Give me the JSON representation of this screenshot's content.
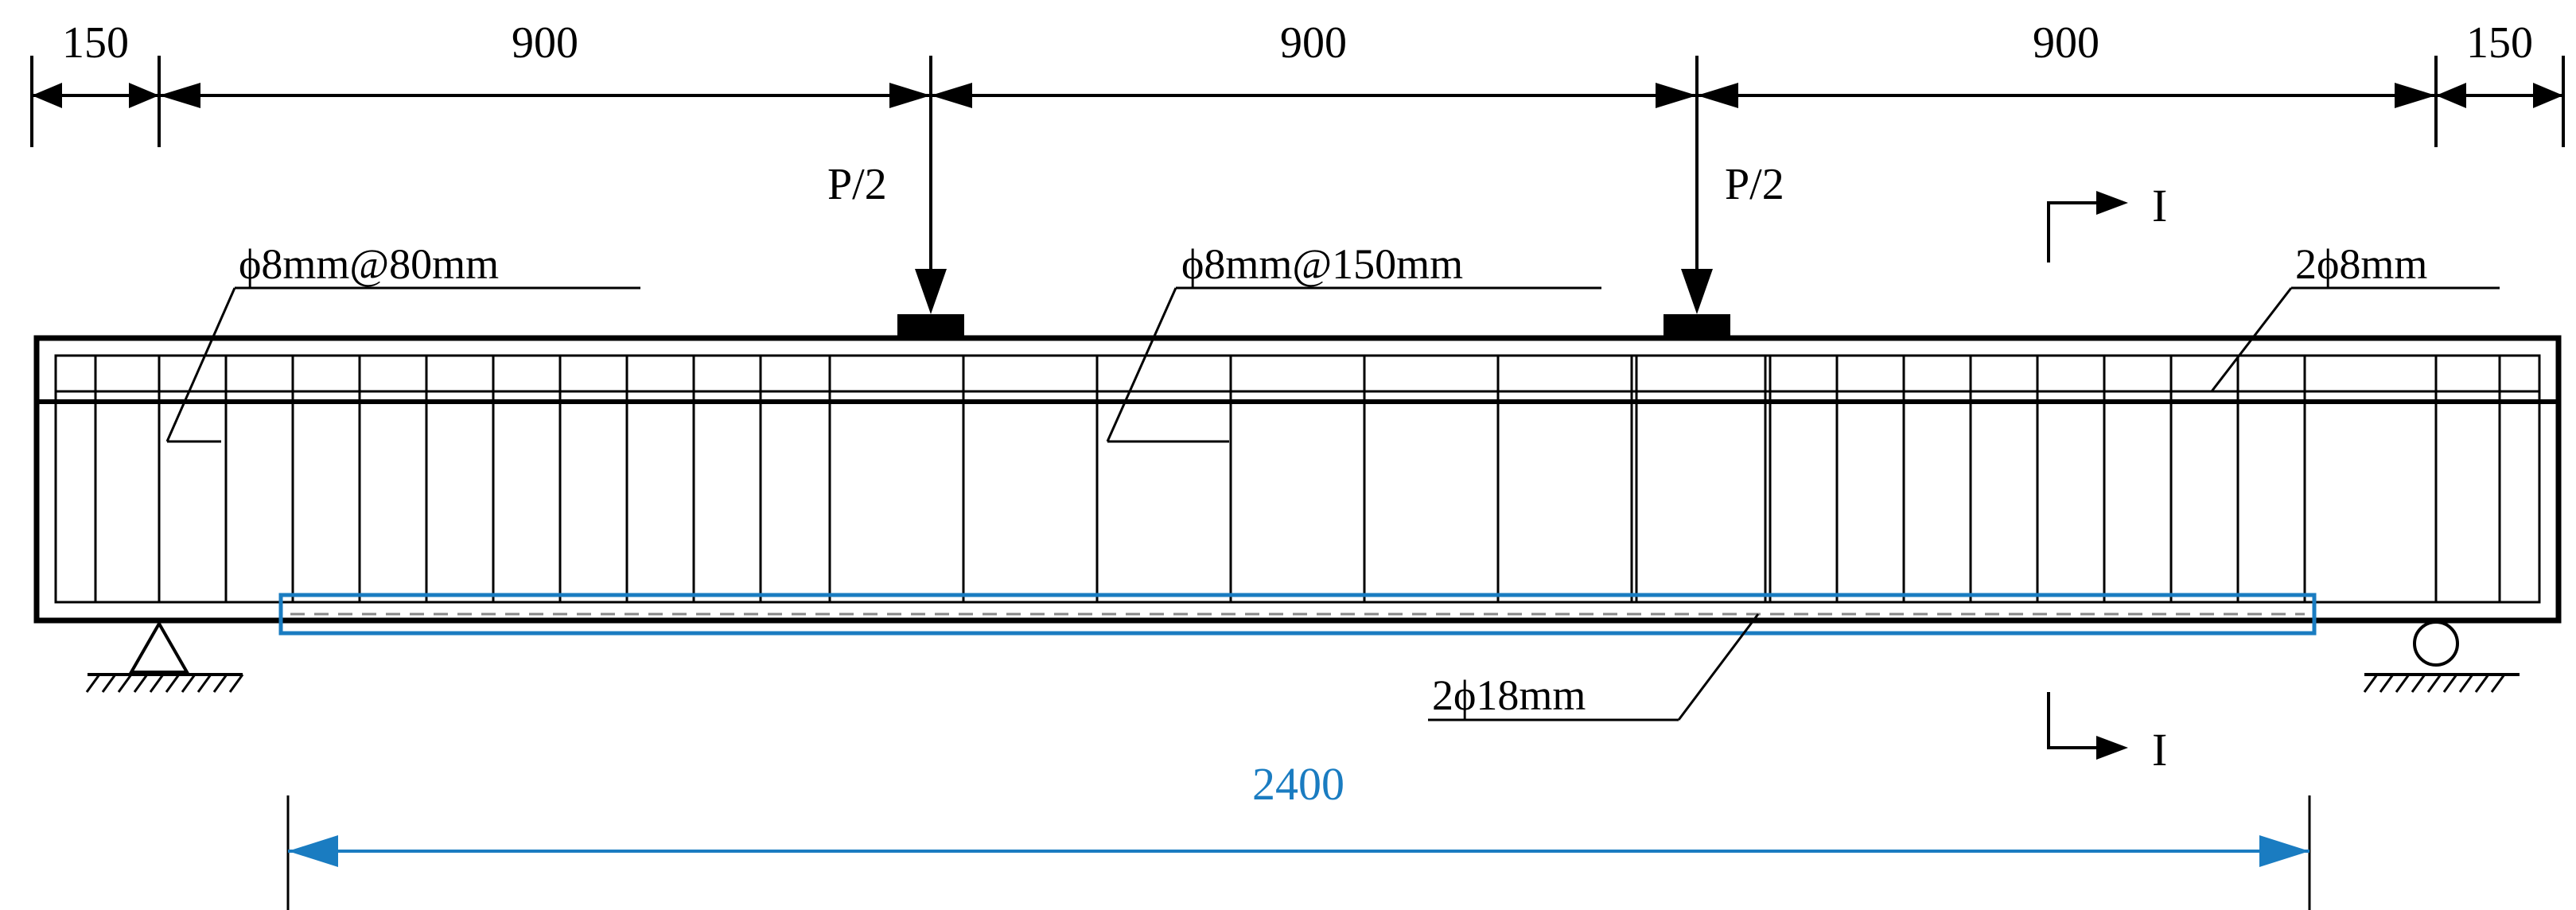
{
  "top_dims": [
    "150",
    "900",
    "900",
    "900",
    "150"
  ],
  "loads": [
    "P/2",
    "P/2"
  ],
  "stirrups_dense": "ϕ8mm@80mm",
  "stirrups_sparse": "ϕ8mm@150mm",
  "top_bars": "2ϕ8mm",
  "bottom_bars": "2ϕ18mm",
  "section_mark": "I",
  "cfrp_span": "2400",
  "colors": {
    "line": "#000000",
    "accent": "#1a7cc1",
    "dashed": "#888888"
  }
}
